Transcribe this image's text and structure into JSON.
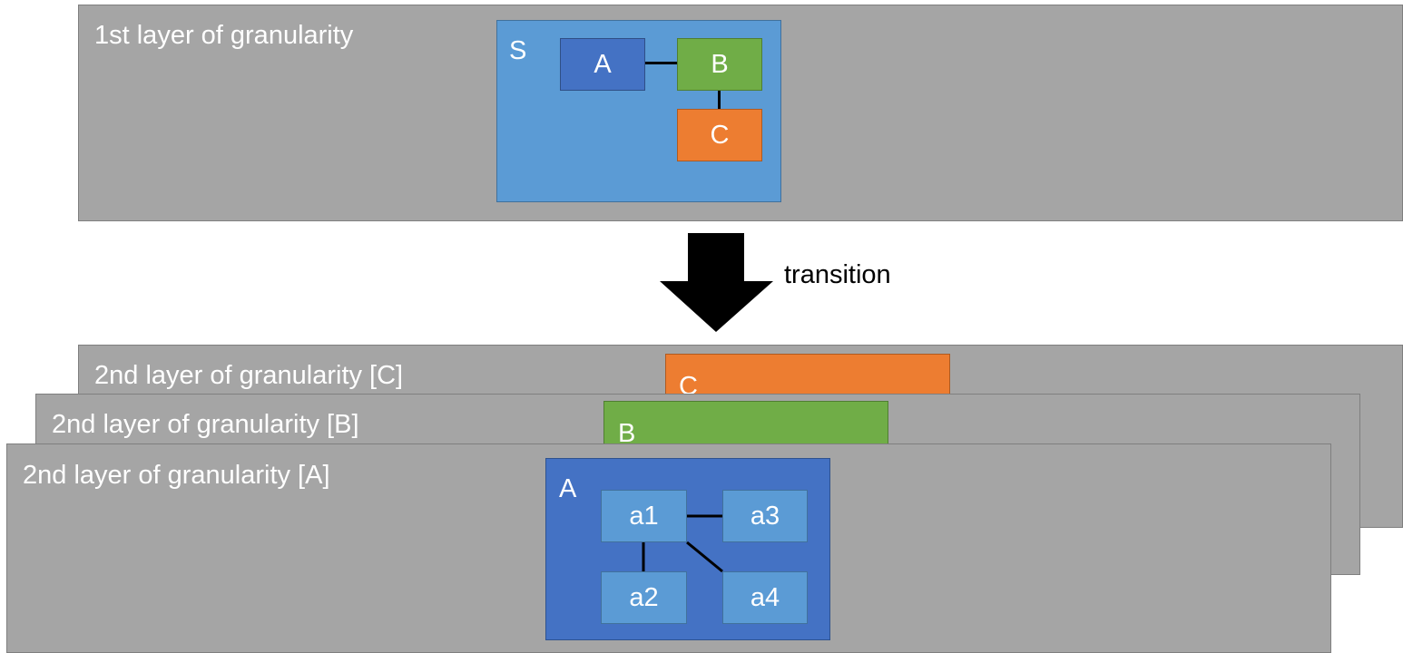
{
  "layer1": {
    "title": "1st layer of granularity",
    "system_label": "S",
    "nodes": [
      "A",
      "B",
      "C"
    ]
  },
  "transition": {
    "label": "transition"
  },
  "layer2_c": {
    "title": "2nd layer of granularity [C]",
    "system_label": "C"
  },
  "layer2_b": {
    "title": "2nd layer of granularity [B]",
    "system_label": "B"
  },
  "layer2_a": {
    "title": "2nd layer of granularity [A]",
    "system_label": "A",
    "nodes": [
      "a1",
      "a2",
      "a3",
      "a4"
    ]
  },
  "colors": {
    "panel": "#a5a5a5",
    "panel_border": "#7f7f7f",
    "system_s": "#5b9bd5",
    "node_a": "#4472c4",
    "node_b": "#70ad47",
    "node_c": "#ed7d31",
    "sub_node": "#5b9bd5",
    "arrow": "#000000"
  }
}
